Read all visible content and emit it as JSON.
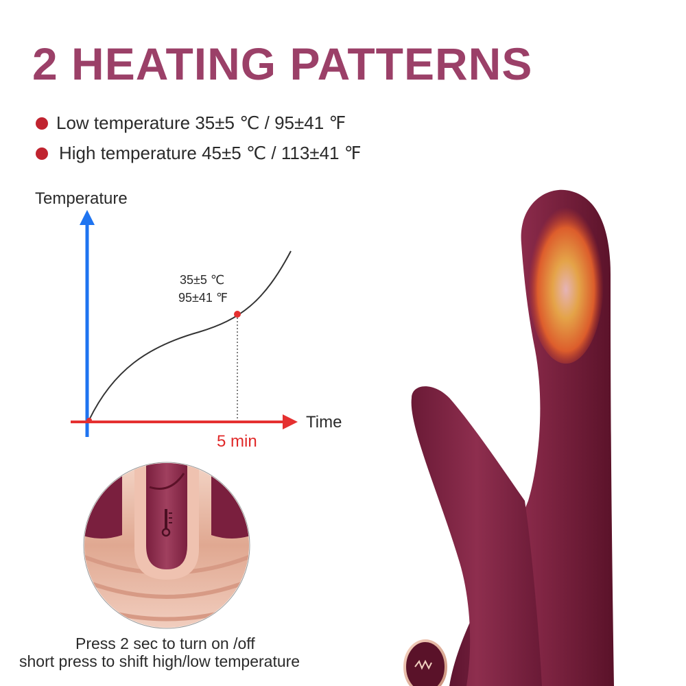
{
  "title": "2 HEATING PATTERNS",
  "specs": [
    {
      "text": "Low temperature 35±5 ℃ / 95±41 ℉"
    },
    {
      "text": "High temperature 45±5 ℃ / 113±41 ℉"
    }
  ],
  "chart_data": {
    "type": "line",
    "xlabel": "Time",
    "ylabel": "Temperature",
    "marked_point": {
      "x": "5 min",
      "y_celsius": "35±5 ℃",
      "y_fahrenheit": "95±41 ℉"
    },
    "x_marker_label": "5 min"
  },
  "instructions": {
    "line1": "Press 2 sec to turn on /off",
    "line2": "short press to shift high/low temperature"
  },
  "colors": {
    "title": "#9b4068",
    "accent_dot": "#c0232f",
    "y_axis": "#1f74f0",
    "x_axis": "#e53030",
    "device_body": "#7a2240"
  },
  "icons": [
    "thermometer-icon",
    "heat-flame-icon",
    "power-wave-icon"
  ]
}
